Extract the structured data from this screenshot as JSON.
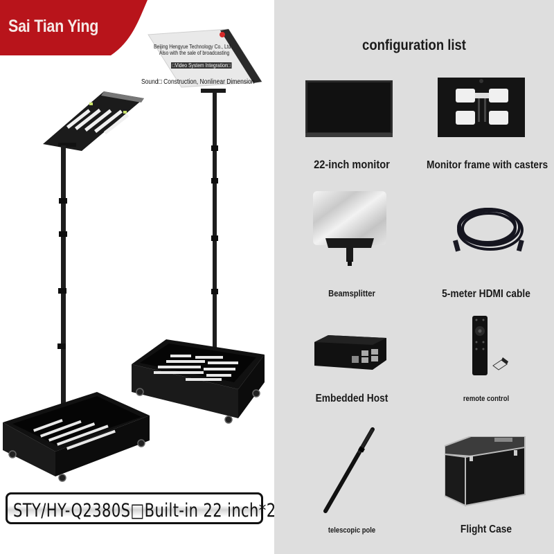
{
  "brand": {
    "name": "Sai Tian Ying",
    "color": "#b8141b"
  },
  "product": {
    "glass_text": {
      "line1": "Beijing Hengyue Technology Co., Ltd.",
      "line2": "Also with the sale of broadcasting",
      "line3": "□Video System Integration□",
      "line4": "Sound□ Construction, Nonlinear Dimension"
    },
    "model_label": "STY/HY-Q2380S□Built-in 22 inch*2□"
  },
  "config": {
    "title": "configuration list",
    "background": "#dedede",
    "items": [
      {
        "label": "22-inch monitor",
        "icon": "monitor-icon"
      },
      {
        "label": "Monitor frame with casters",
        "icon": "monitor-frame-icon"
      },
      {
        "label": "Beamsplitter",
        "icon": "beamsplitter-icon"
      },
      {
        "label": "5-meter HDMI cable",
        "icon": "hdmi-cable-icon"
      },
      {
        "label": "Embedded Host",
        "icon": "embedded-host-icon"
      },
      {
        "label": "remote control",
        "icon": "remote-control-icon"
      },
      {
        "label": "telescopic pole",
        "icon": "telescopic-pole-icon"
      },
      {
        "label": "Flight Case",
        "icon": "flight-case-icon"
      }
    ]
  }
}
